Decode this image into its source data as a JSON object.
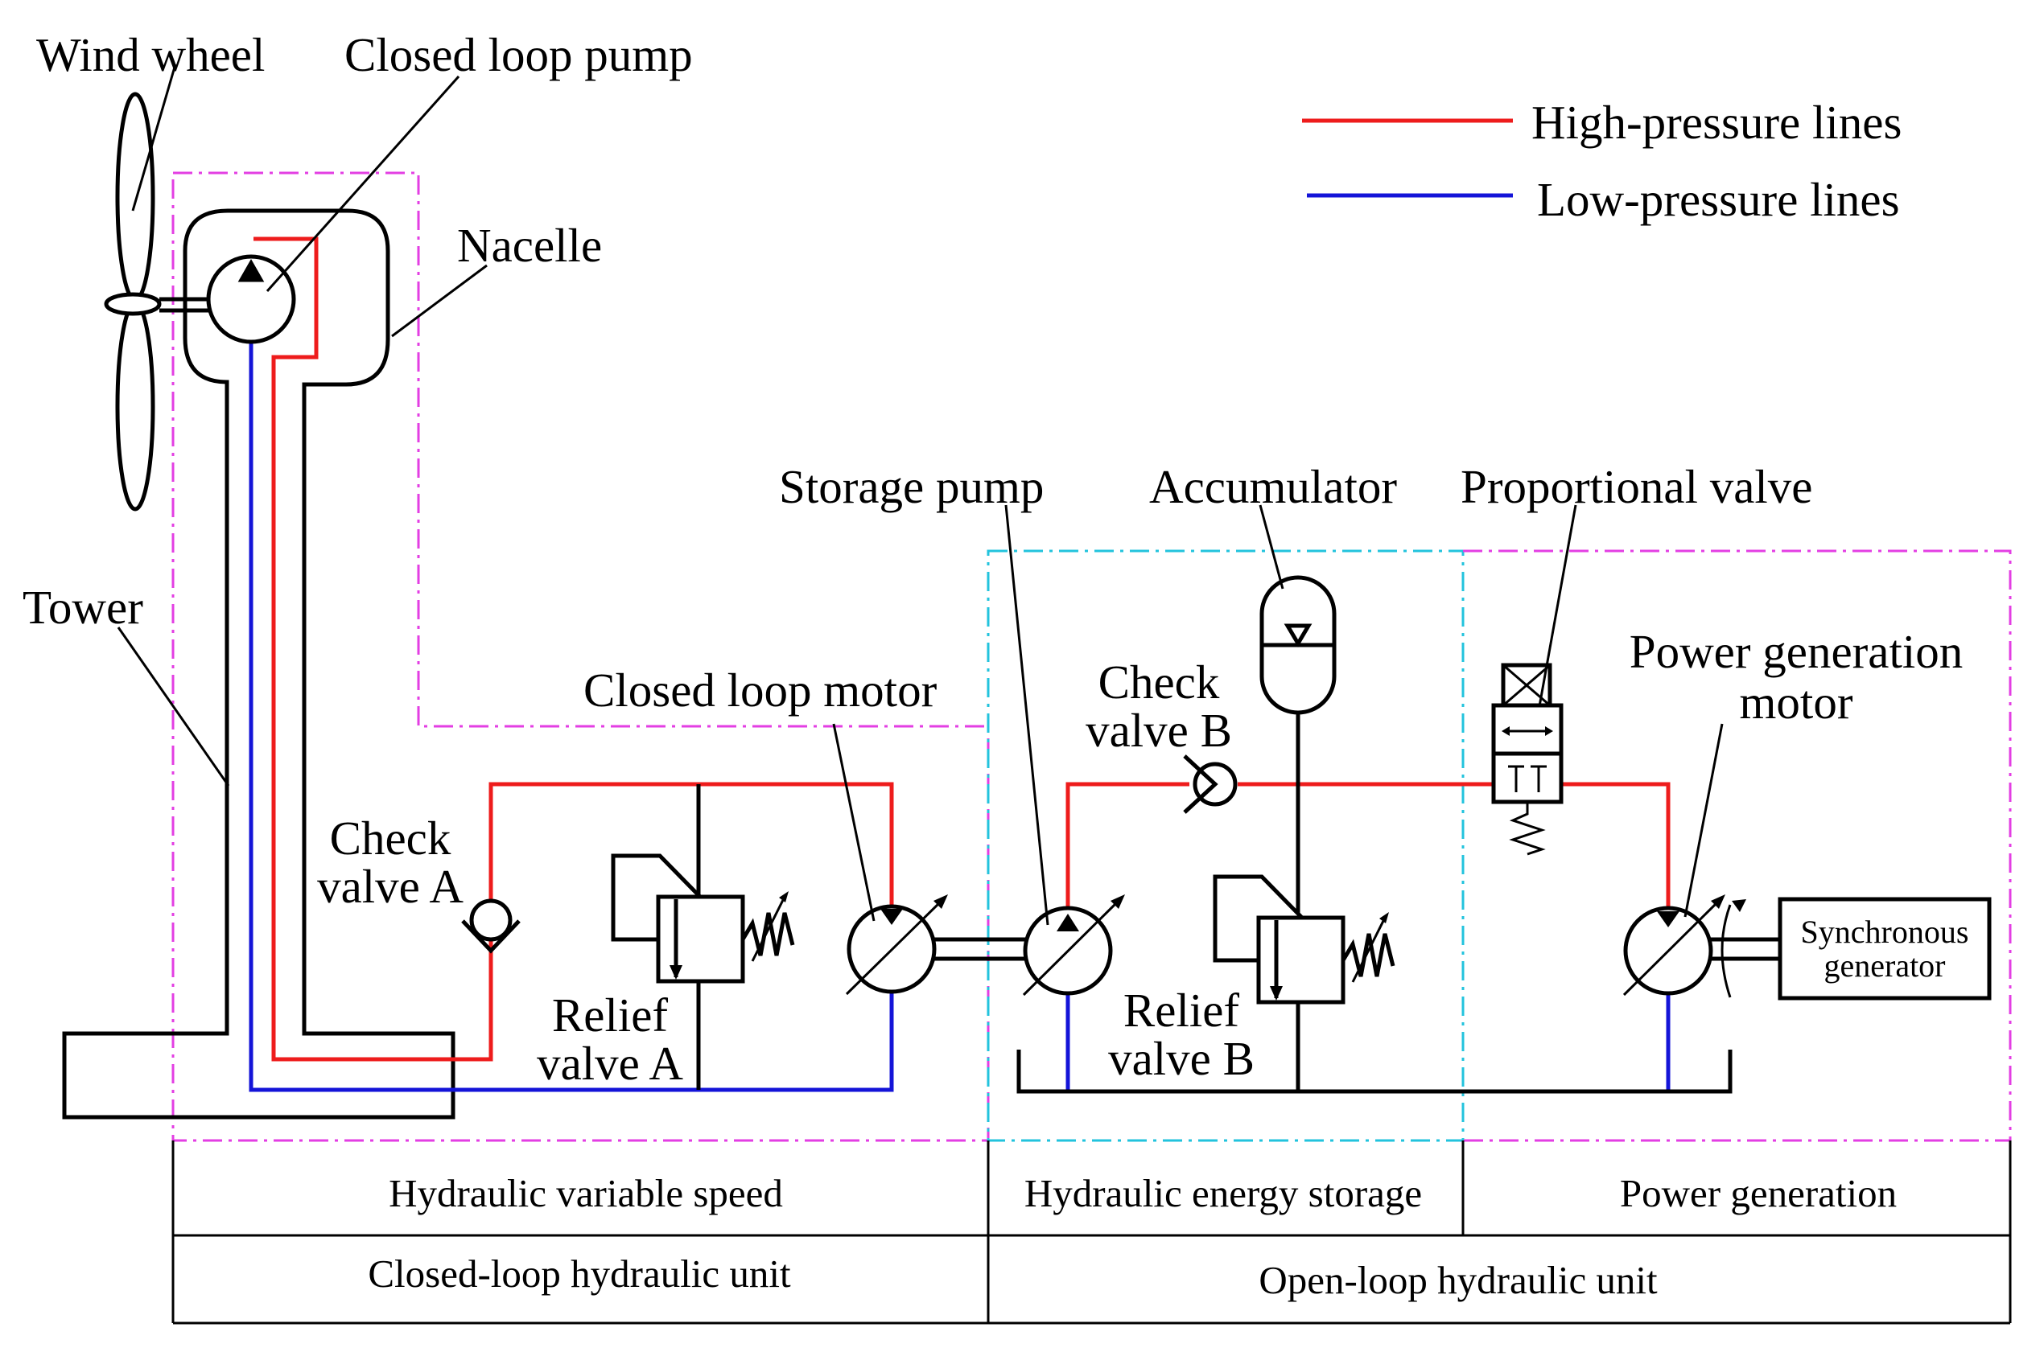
{
  "legend": {
    "high_pressure_label": "High-pressure lines",
    "low_pressure_label": "Low-pressure lines",
    "high_pressure_color": "#ee1c1c",
    "low_pressure_color": "#1414d8"
  },
  "labels": {
    "wind_wheel": "Wind wheel",
    "closed_loop_pump": "Closed loop pump",
    "nacelle": "Nacelle",
    "tower": "Tower",
    "storage_pump": "Storage pump",
    "accumulator": "Accumulator",
    "proportional_valve": "Proportional valve",
    "closed_loop_motor": "Closed loop motor",
    "check_valve_a_line1": "Check",
    "check_valve_a_line2": "valve A",
    "check_valve_b_line1": "Check",
    "check_valve_b_line2": "valve B",
    "relief_valve_a_line1": "Relief",
    "relief_valve_a_line2": "valve A",
    "relief_valve_b_line1": "Relief",
    "relief_valve_b_line2": "valve B",
    "power_generation_motor_line1": "Power generation",
    "power_generation_motor_line2": "motor",
    "synchronous_generator_line1": "Synchronous",
    "synchronous_generator_line2": "generator"
  },
  "table": {
    "row1": [
      "Hydraulic variable speed",
      "Hydraulic energy storage",
      "Power generation"
    ],
    "row2": [
      "Closed-loop hydraulic unit",
      "Open-loop hydraulic unit"
    ]
  },
  "colors": {
    "region_closed_loop": "#e33ee3",
    "region_energy_storage": "#22c3dd",
    "region_power_generation": "#e33ee3"
  }
}
